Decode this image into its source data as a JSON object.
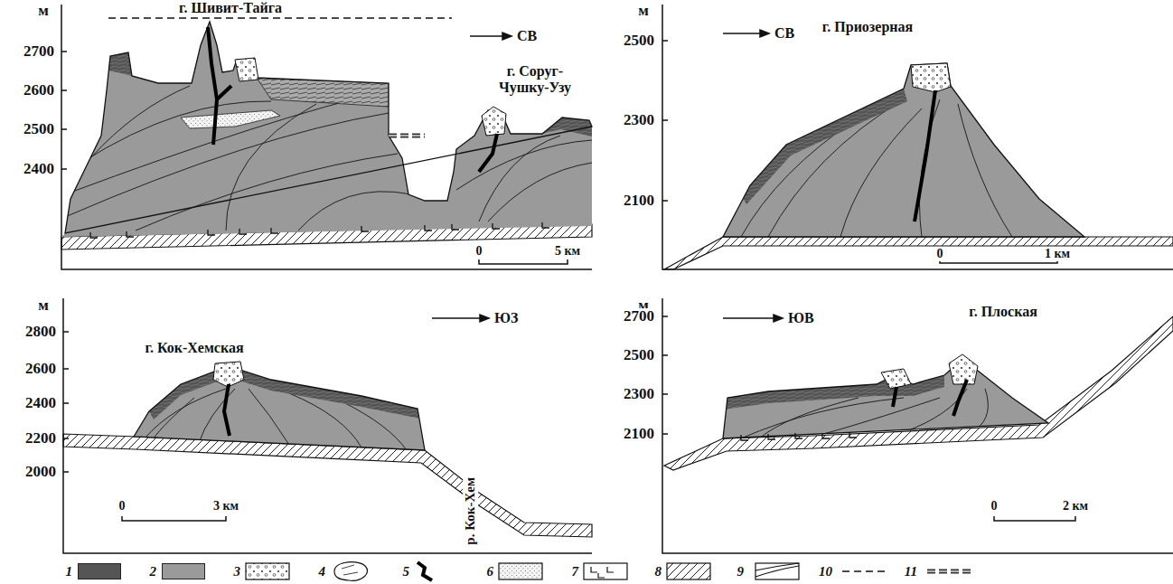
{
  "diagram": {
    "labels": [
      "м",
      "2700",
      "2600",
      "2500",
      "2400",
      "г. Шивит-Тайга",
      "СВ",
      "г. Соруг- Чушку-Узу",
      "0",
      "5 км",
      "м",
      "2500",
      "2300",
      "2100",
      "СВ",
      "г. Приозерная",
      "0",
      "1 км",
      "м",
      "2800",
      "2600",
      "2400",
      "2200",
      "2000",
      "г. Кок-Хемская",
      "ЮЗ",
      "р. Кок-Хем",
      "0",
      "3 км",
      "м",
      "2700",
      "2500",
      "2300",
      "2100",
      "ЮВ",
      "г. Плоская",
      "0",
      "2 км"
    ],
    "legend": [
      {
        "text": "1",
        "color": "#555555"
      },
      {
        "text": "2",
        "color": "#9a9a9a"
      },
      {
        "text": "3"
      },
      {
        "text": "4"
      },
      {
        "text": "5"
      },
      {
        "text": "6"
      },
      {
        "text": "7"
      },
      {
        "text": "8"
      },
      {
        "text": "9"
      },
      {
        "text": "10"
      },
      {
        "text": "11"
      }
    ]
  }
}
